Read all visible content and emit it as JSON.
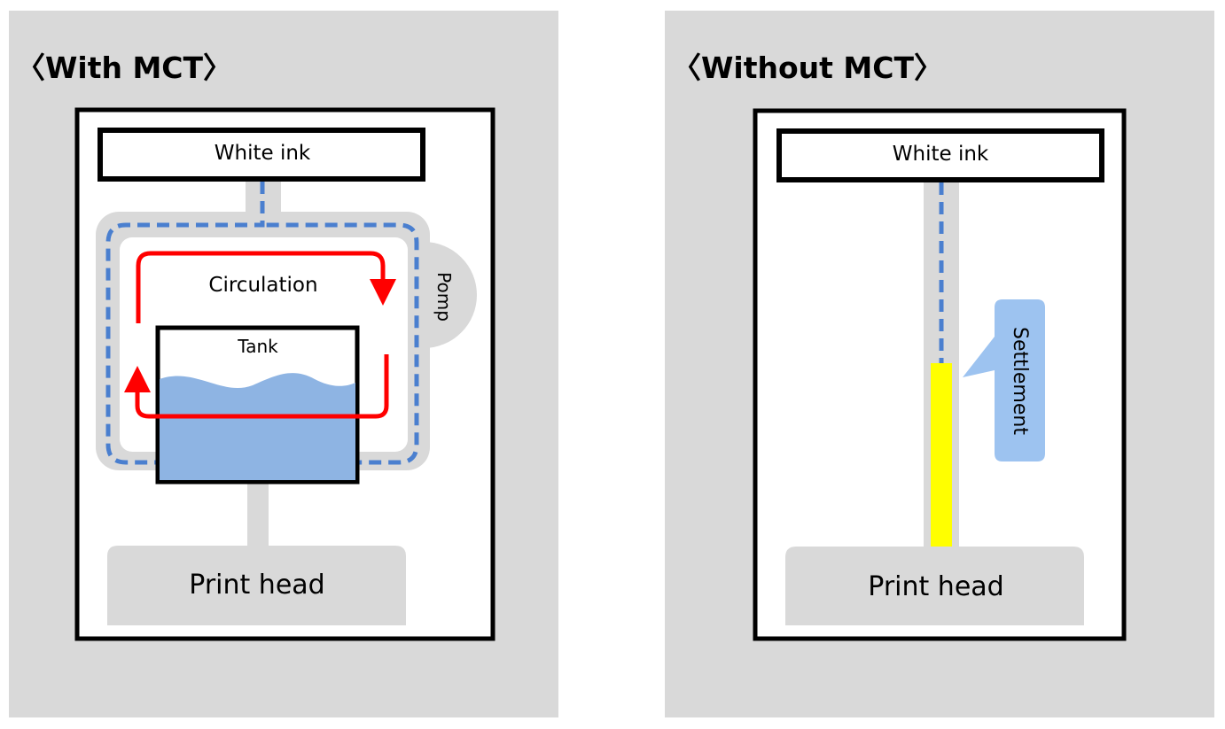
{
  "with_mct": {
    "title": "〈With MCT〉",
    "white_ink_label": "White ink",
    "circulation_label": "Circulation",
    "pump_label": "Pomp",
    "tank_label": "Tank",
    "print_head_label": "Print head"
  },
  "without_mct": {
    "title": "〈Without MCT〉",
    "white_ink_label": "White ink",
    "settlement_label": "Settlement",
    "print_head_label": "Print head"
  },
  "colors": {
    "panel_background": "#d9d9d9",
    "ink_flow_dashed": "#4a7fcf",
    "circulation_arrow": "#ff0000",
    "tank_ink": "#8eb4e3",
    "settlement_sediment": "#ffff00",
    "callout": "#9dc3f0"
  }
}
